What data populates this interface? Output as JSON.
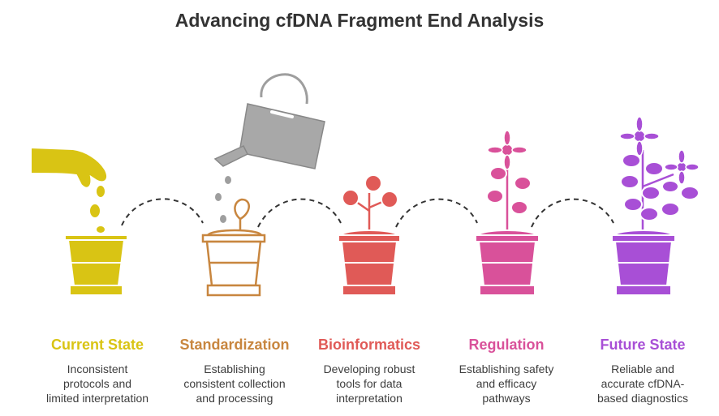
{
  "title": "Advancing cfDNA Fragment End Analysis",
  "stages": [
    {
      "label": "Current State",
      "desc_lines": [
        "Inconsistent",
        "protocols and",
        "limited interpretation"
      ],
      "color": "#D9C414",
      "icon": "seed-pot-icon"
    },
    {
      "label": "Standardization",
      "desc_lines": [
        "Establishing",
        "consistent collection",
        "and processing"
      ],
      "color": "#C8863F",
      "icon": "sprout-pot-icon"
    },
    {
      "label": "Bioinformatics",
      "desc_lines": [
        "Developing robust",
        "tools for data",
        "interpretation"
      ],
      "color": "#E05A57",
      "icon": "seedling-pot-icon"
    },
    {
      "label": "Regulation",
      "desc_lines": [
        "Establishing safety",
        "and efficacy",
        "pathways"
      ],
      "color": "#D9519A",
      "icon": "flowering-plant-pot-icon"
    },
    {
      "label": "Future State",
      "desc_lines": [
        "Reliable and",
        "accurate cfDNA-",
        "based diagnostics"
      ],
      "color": "#A84FD6",
      "icon": "blooming-plant-pot-icon"
    }
  ]
}
